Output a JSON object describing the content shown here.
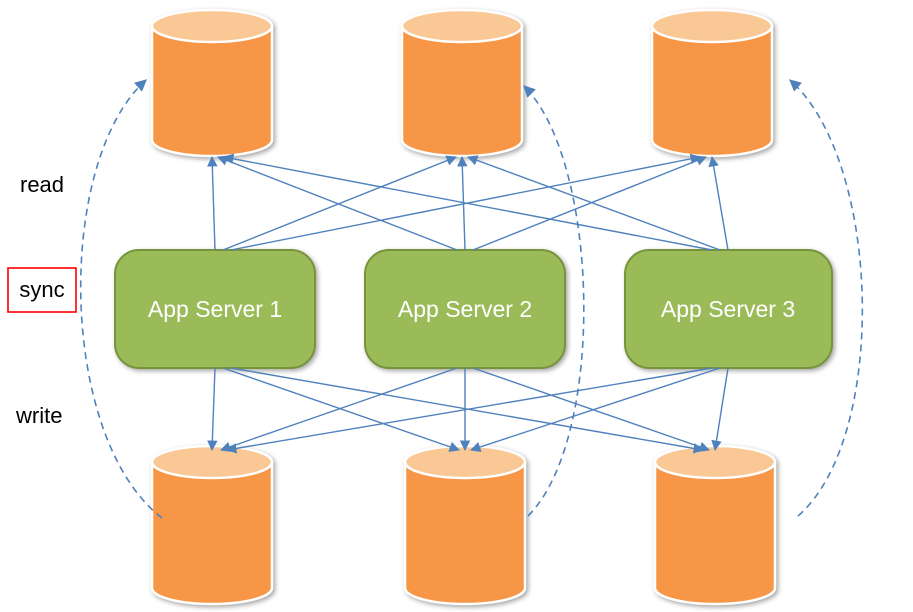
{
  "labels": {
    "read": "read",
    "sync": "sync",
    "write": "write"
  },
  "servers": [
    {
      "label": "App Server 1"
    },
    {
      "label": "App Server 2"
    },
    {
      "label": "App Server 3"
    }
  ],
  "databases": {
    "top_count": 3,
    "bottom_count": 3
  },
  "colors": {
    "db_body": "#F79646",
    "db_top": "#FAC894",
    "server_fill": "#9BBB59",
    "server_border": "#77933C",
    "arrow": "#4F81BD",
    "sync_box_border": "#FF0000",
    "server_text": "#FFFFFF",
    "label_text": "#000000"
  }
}
